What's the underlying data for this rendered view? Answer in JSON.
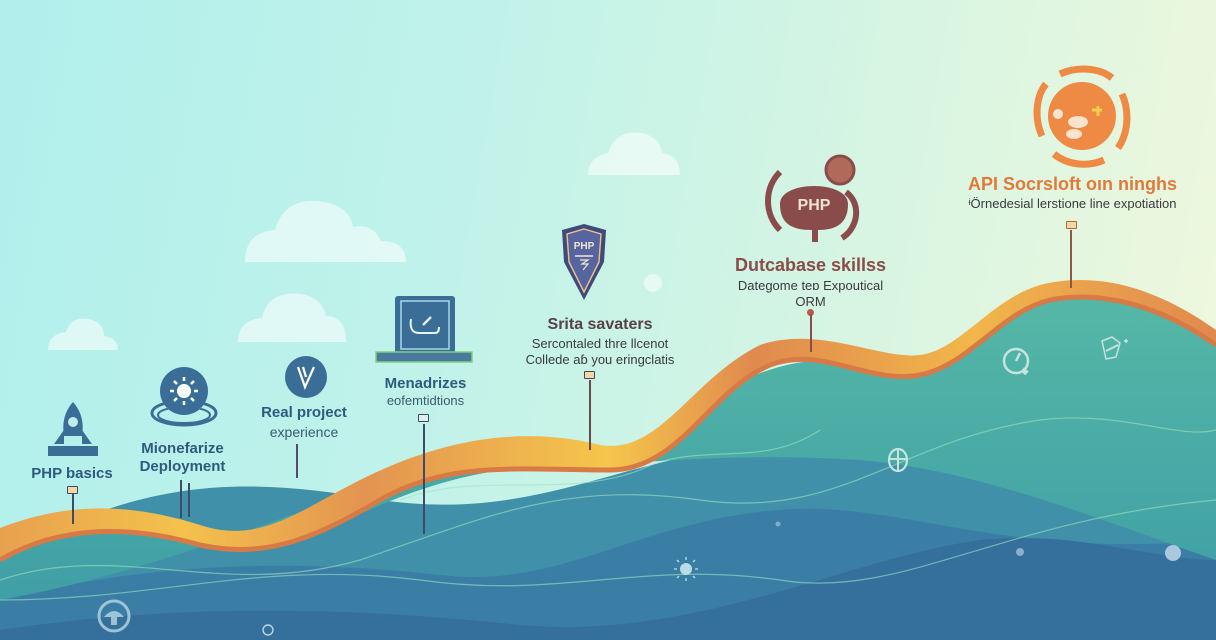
{
  "colors": {
    "sky_left": "#b1efec",
    "sky_right": "#f1f8dc",
    "road_yellow": "#f4c24c",
    "road_orange": "#e59a4f",
    "road_edge": "#d77a45",
    "wave_teal": "#4fb5a6",
    "wave_blue": "#3d8aa8",
    "wave_deep": "#2f6c9a",
    "label_blue": "#2f5a7f",
    "label_brown": "#8a4c4a",
    "label_orange": "#e07a3a"
  },
  "milestones": [
    {
      "id": "php-basics",
      "icon": "rocket-icon",
      "title": "PHP basics",
      "subtitle": ""
    },
    {
      "id": "deployment",
      "icon": "gear-sun-icon",
      "title": "Mionefarize",
      "subtitle": "Deployment"
    },
    {
      "id": "real-project",
      "icon": "check-v-icon",
      "title": "Real project",
      "subtitle": "experience"
    },
    {
      "id": "frameworks",
      "icon": "laptop-code-icon",
      "title": "Menadrizes",
      "subtitle": "eofemtidtions"
    },
    {
      "id": "security",
      "icon": "shield-icon",
      "title": "Srita savaters",
      "subtitle": "Sercontaled thre llcenot",
      "subtitle2": "Collede aɓ you eringclatis",
      "badge": "PHP"
    },
    {
      "id": "database",
      "icon": "php-elephant-icon",
      "title": "Dutcabase skillss",
      "subtitle": "Dategome teɒ Expoutical",
      "subtitle2": "ORM",
      "badge": "PHP"
    },
    {
      "id": "api",
      "icon": "globe-sync-icon",
      "title": "API Socrsloft oın ninghs",
      "subtitle": "ᶤÖrnedesial lerstione line expotiation"
    }
  ],
  "decorations": [
    "cloud-icon",
    "cloud-icon",
    "cloud-icon",
    "cloud-icon",
    "cloud-icon",
    "clock-icon",
    "rocket-small-icon",
    "robot-icon",
    "sun-bug-icon",
    "mushroom-icon",
    "bubble-icon"
  ]
}
